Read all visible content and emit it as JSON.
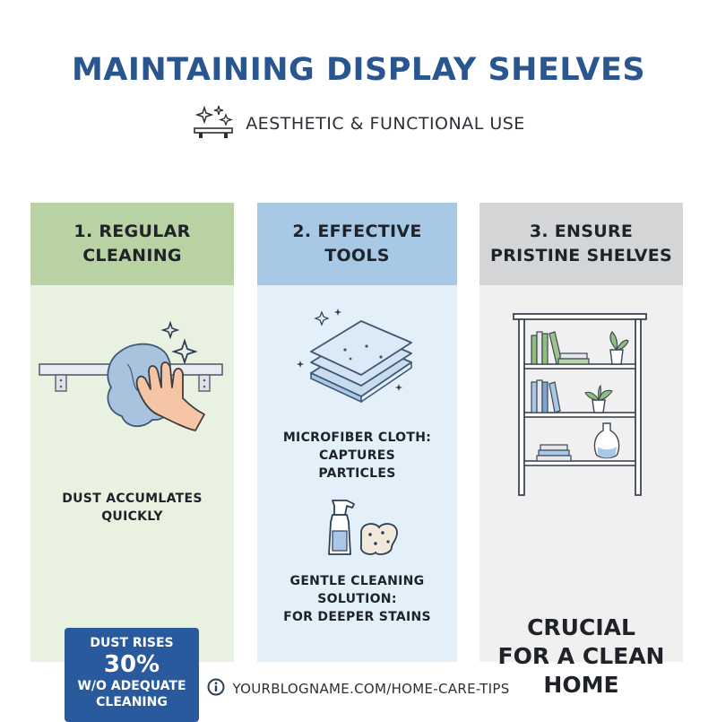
{
  "header": {
    "title": "MAINTAINING DISPLAY SHELVES",
    "subtitle": "AESTHETIC & FUNCTIONAL USE",
    "subtitle_icon": "sparkle-shelf-icon"
  },
  "columns": [
    {
      "heading": [
        "1. REGULAR",
        "CLEANING"
      ],
      "illustration": "hand-wiping-shelf-icon",
      "caption": [
        "DUST ACCUMLATES",
        "QUICKLY"
      ],
      "stat": {
        "line1": "DUST RISES",
        "value": "30%",
        "line2": "W/O ADEQUATE",
        "line3": "CLEANING"
      }
    },
    {
      "heading": [
        "2. EFFECTIVE",
        "TOOLS"
      ],
      "illustration": "microfiber-cloth-stack-icon",
      "caption1": [
        "MICROFIBER CLOTH:",
        "CAPTURES",
        "PARTICLES"
      ],
      "illustration2": "spray-bottle-sponge-icon",
      "caption2": [
        "GENTLE CLEANING",
        "SOLUTION:",
        "FOR DEEPER STAINS"
      ]
    },
    {
      "heading": [
        "3. ENSURE",
        "PRISTINE SHELVES"
      ],
      "illustration": "bookshelf-icon",
      "message": [
        "CRUCIAL",
        "FOR A CLEAN",
        "HOME"
      ]
    }
  ],
  "footer": {
    "icon": "info-icon",
    "url": "YOURBLOGNAME.COM/HOME-CARE-TIPS"
  },
  "colors": {
    "title": "#2a5690",
    "col1_header": "#b9d2a4",
    "col1_body": "#e9f1e1",
    "col2_header": "#a8c9e6",
    "col2_body": "#e3eff9",
    "col3_header": "#d4d5d7",
    "col3_body": "#f0f0f0",
    "stat_box": "#2a5a9e"
  }
}
